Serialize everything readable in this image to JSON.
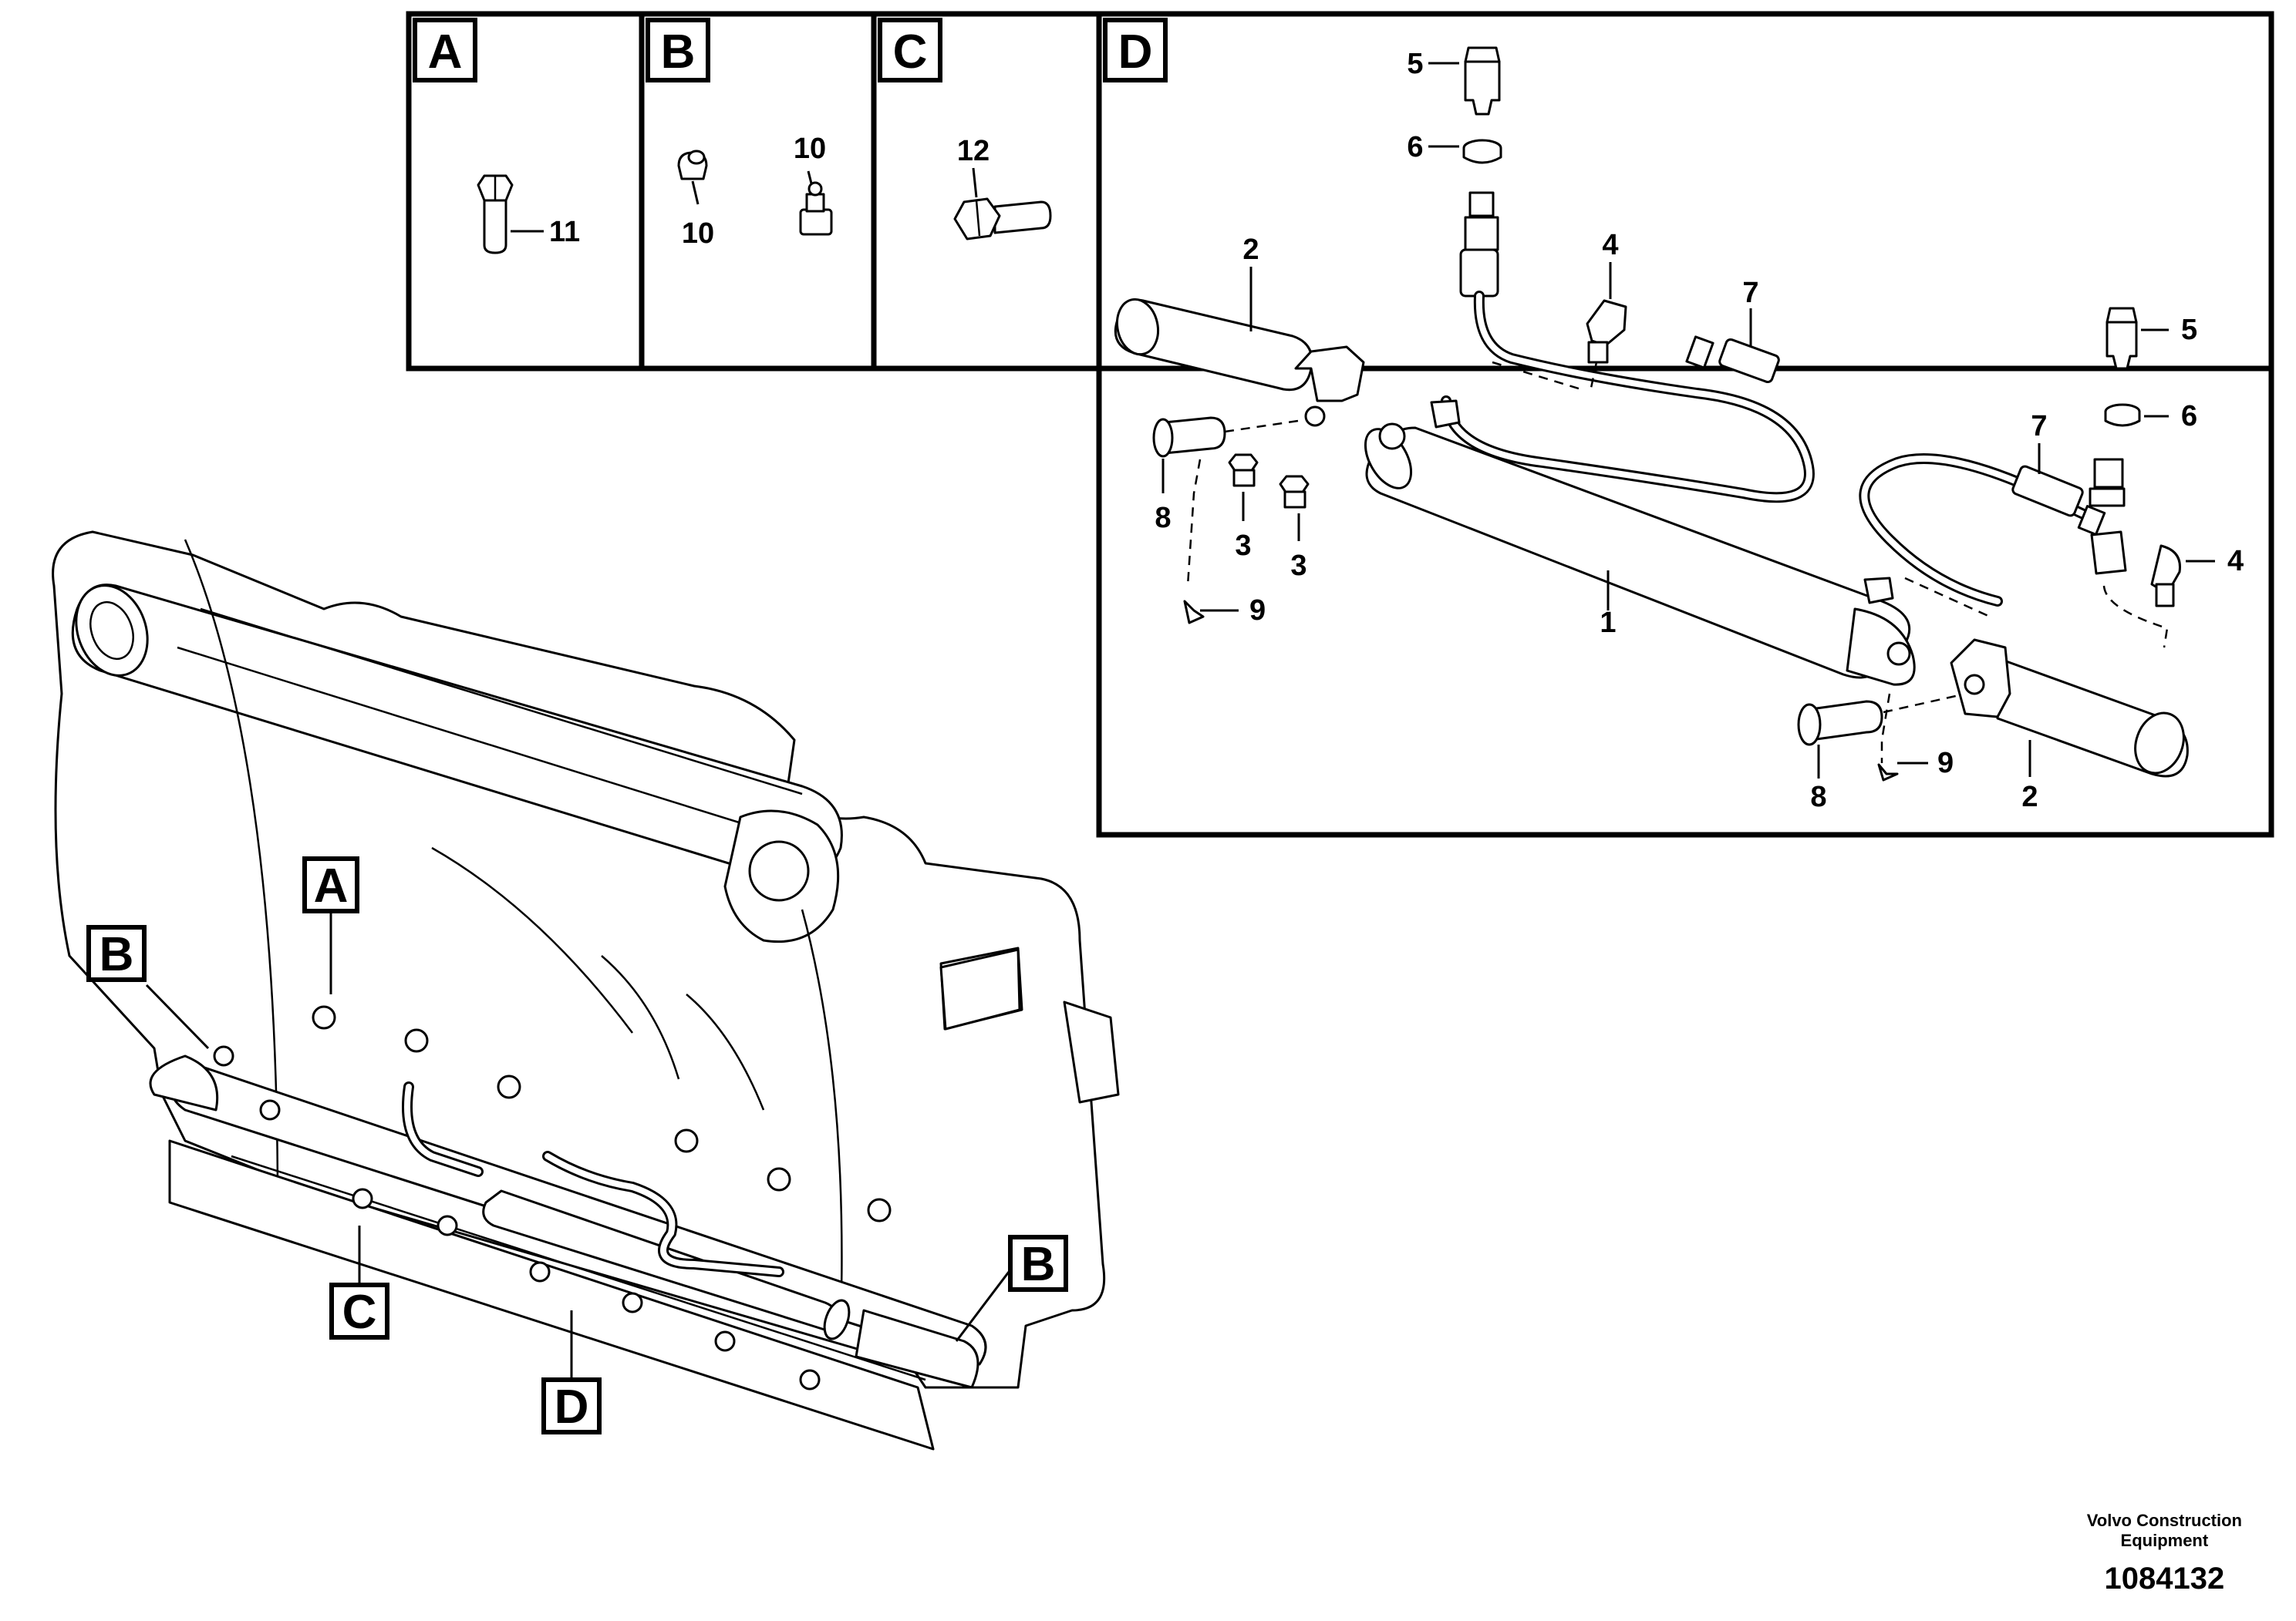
{
  "insets": [
    {
      "letter": "A",
      "parts": [
        "11"
      ]
    },
    {
      "letter": "B",
      "parts": [
        "10",
        "10"
      ]
    },
    {
      "letter": "C",
      "parts": [
        "12"
      ]
    },
    {
      "letter": "D",
      "parts": [
        "1",
        "2",
        "2",
        "3",
        "3",
        "4",
        "4",
        "5",
        "5",
        "6",
        "6",
        "7",
        "7",
        "8",
        "8",
        "9",
        "9"
      ]
    }
  ],
  "callouts": [
    "A",
    "B",
    "B",
    "C",
    "D"
  ],
  "footer": {
    "brand_line1": "Volvo Construction",
    "brand_line2": "Equipment",
    "doc_number": "1084132"
  }
}
